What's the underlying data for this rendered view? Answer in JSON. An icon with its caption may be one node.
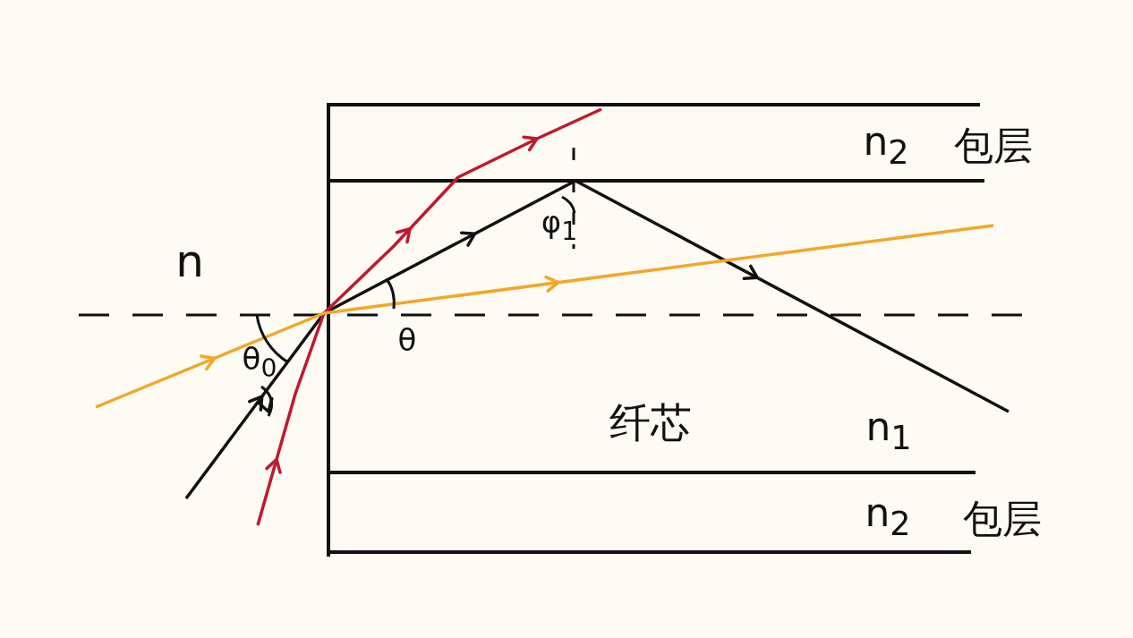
{
  "diagram": {
    "labels": [
      "n",
      "θ$_{0}$",
      "θ",
      "φ$_{1}$",
      "n$_{2}$",
      "包层",
      "纤芯",
      "n$_{1}$",
      "n$_{2}$",
      "包层"
    ]
  }
}
